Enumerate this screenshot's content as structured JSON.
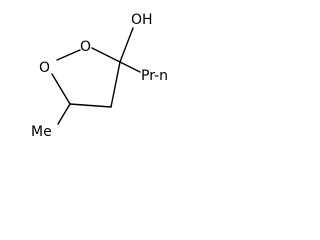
{
  "molecule": {
    "atoms": {
      "o1": "O",
      "o2": "O",
      "oh": "OH",
      "me": "Me",
      "pr": "Pr-n"
    }
  }
}
